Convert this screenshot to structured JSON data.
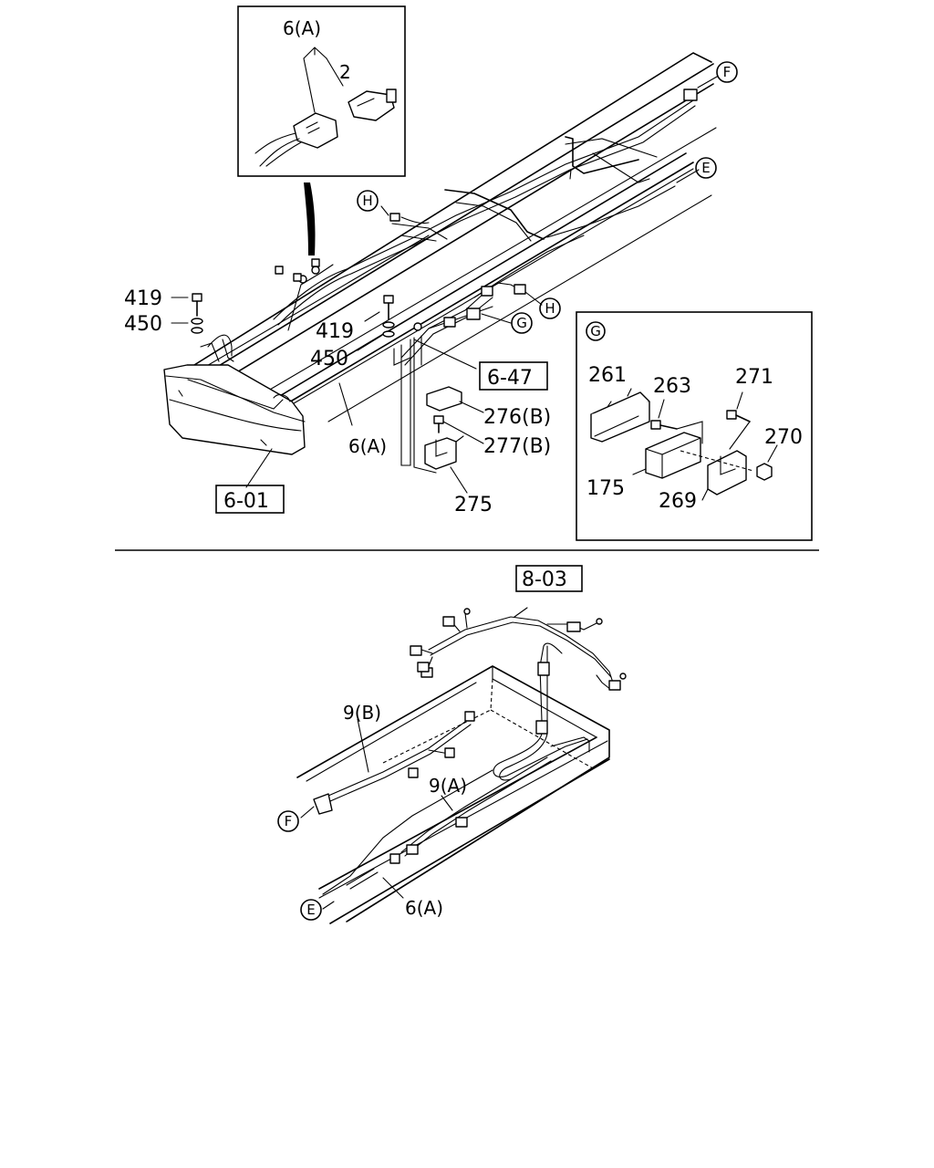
{
  "callouts": {
    "c_6a_inset": "6(A)",
    "c_2": "2",
    "c_419_left": "419",
    "c_450_left": "450",
    "c_419_mid": "419",
    "c_450_mid": "450",
    "c_6a_frame": "6(A)",
    "c_276b": "276(B)",
    "c_277b": "277(B)",
    "c_275": "275",
    "c_261": "261",
    "c_263": "263",
    "c_271": "271",
    "c_270": "270",
    "c_175": "175",
    "c_269": "269",
    "c_9b": "9(B)",
    "c_9a": "9(A)",
    "c_6a_bottom": "6(A)"
  },
  "references": {
    "r_6_47": "6-47",
    "r_6_01": "6-01",
    "r_8_03": "8-03"
  },
  "connectors": {
    "f_top": "F",
    "e_top": "E",
    "h_left": "H",
    "h_right": "H",
    "g_main": "G",
    "g_inset": "G",
    "f_bottom": "F",
    "e_bottom": "E"
  }
}
